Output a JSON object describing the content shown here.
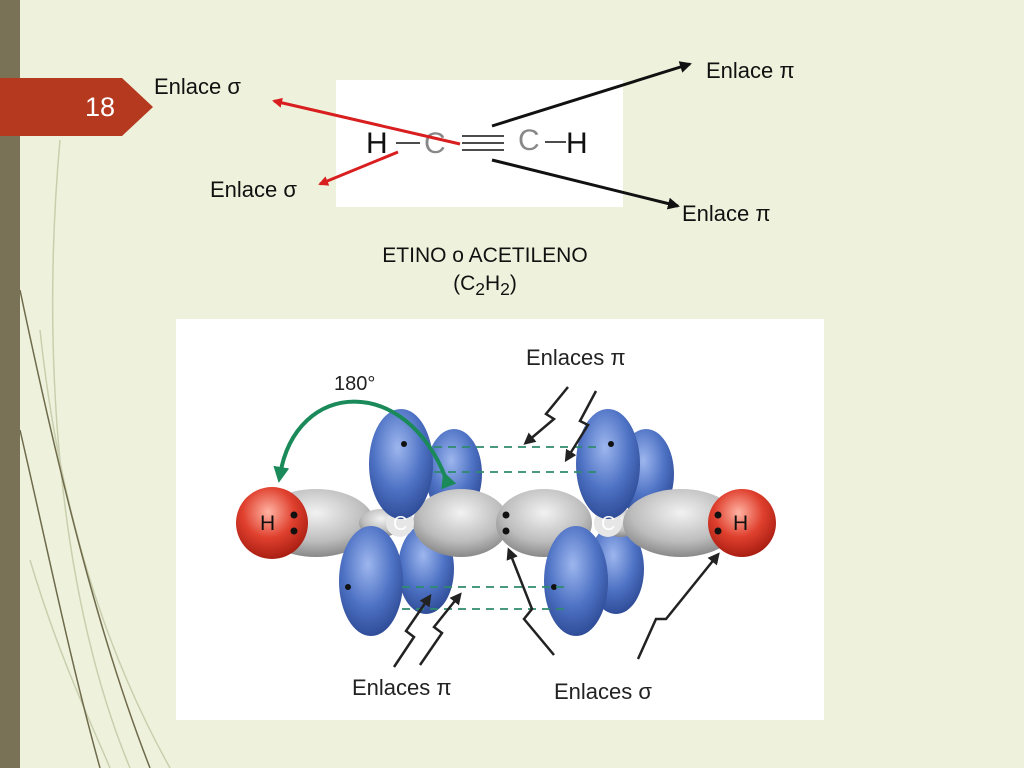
{
  "slide": {
    "number": "18"
  },
  "top_labels": {
    "sigma_upper": "Enlace σ",
    "sigma_lower": "Enlace σ",
    "pi_upper": "Enlace π",
    "pi_lower": "Enlace π"
  },
  "formula": {
    "h_left": "H",
    "c_left": "C",
    "c_right": "C",
    "h_right": "H"
  },
  "caption": {
    "name": "ETINO o ACETILENO",
    "formula_prefix": "(C",
    "sub1": "2",
    "mid": "H",
    "sub2": "2",
    "formula_suffix": ")"
  },
  "orbital": {
    "label_pi_top": "Enlaces π",
    "label_angle": "180°",
    "label_pi_bottom": "Enlaces π",
    "label_sigma_bottom": "Enlaces σ",
    "h_left": "H",
    "h_right": "H",
    "c_left": "C",
    "c_right": "C"
  },
  "colors": {
    "background": "#eef2dc",
    "left_bar": "#7a7256",
    "number_tab": "#b5391f",
    "sigma_arrow": "#d81e1e",
    "pi_arrow": "#111111",
    "p_orbital": "#4e72c4",
    "sp_orbital": "#b9b9b9",
    "hydrogen": "#e0402e",
    "angle_arrow": "#1a8a5a"
  }
}
